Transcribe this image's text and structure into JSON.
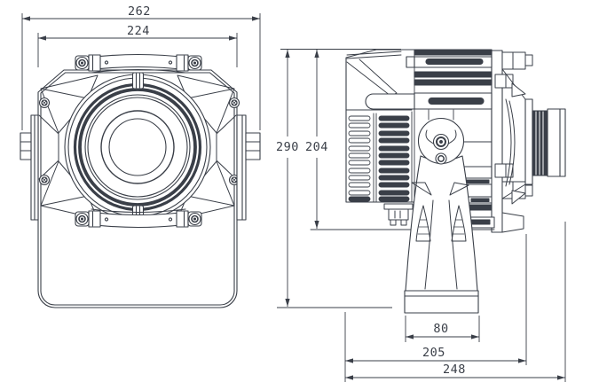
{
  "drawing": {
    "type": "technical-orthographic-drawing",
    "subject": "stage-light-fixture",
    "dimensions": {
      "front_overall_width": "262",
      "front_body_width": "224",
      "side_overall_height": "290",
      "side_body_height": "204",
      "base_plate_width": "80",
      "side_body_depth": "205",
      "side_overall_depth": "248"
    },
    "colors": {
      "line": "#3a3f48",
      "dark_fill": "#31353e",
      "background": "#ffffff"
    }
  }
}
